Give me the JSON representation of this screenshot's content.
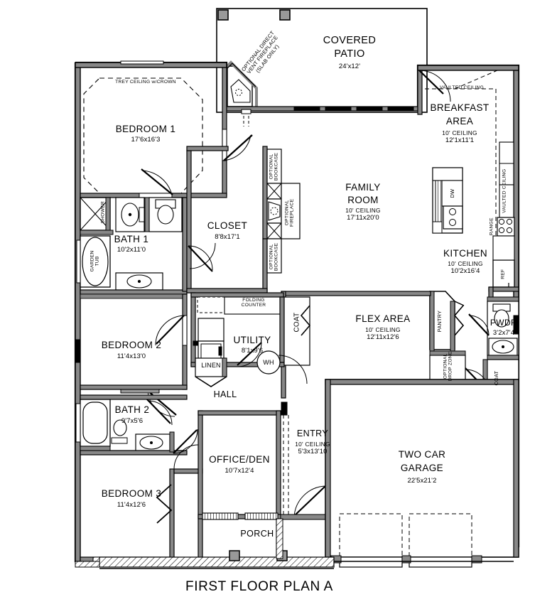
{
  "document": {
    "title": "FIRST FLOOR PLAN A",
    "type": "architectural-floor-plan"
  },
  "rooms": [
    {
      "key": "covered_patio",
      "name": "COVERED\nPATIO",
      "name1": "COVERED",
      "name2": "PATIO",
      "dim": "24'x12'",
      "ceiling": ""
    },
    {
      "key": "bedroom1",
      "name": "BEDROOM 1",
      "dim": "17'6x16'3",
      "ceiling": ""
    },
    {
      "key": "bath1",
      "name": "BATH 1",
      "dim": "10'2x11'0",
      "ceiling": ""
    },
    {
      "key": "closet",
      "name": "CLOSET",
      "dim": "8'8x17'1",
      "ceiling": ""
    },
    {
      "key": "family_room",
      "name1": "FAMILY",
      "name2": "ROOM",
      "dim": "17'11x20'0",
      "ceiling": "10'  CEILING"
    },
    {
      "key": "breakfast_area",
      "name1": "BREAKFAST",
      "name2": "AREA",
      "dim": "12'1x11'1",
      "ceiling": "10'  CEILING"
    },
    {
      "key": "kitchen",
      "name": "KITCHEN",
      "dim": "10'2x16'4",
      "ceiling": "10'  CEILING"
    },
    {
      "key": "flex_area",
      "name": "FLEX AREA",
      "dim": "12'11x12'6",
      "ceiling": "10'  CEILING"
    },
    {
      "key": "powder",
      "name": "PWDR",
      "dim": "3'2x7'4",
      "ceiling": ""
    },
    {
      "key": "bedroom2",
      "name": "BEDROOM 2",
      "dim": "11'4x13'0",
      "ceiling": ""
    },
    {
      "key": "utility",
      "name": "UTILITY",
      "dim": "8'1x9'6",
      "ceiling": ""
    },
    {
      "key": "bath2",
      "name": "BATH 2",
      "dim": "9'7x5'6",
      "ceiling": ""
    },
    {
      "key": "bedroom3",
      "name": "BEDROOM 3",
      "dim": "11'4x12'6",
      "ceiling": ""
    },
    {
      "key": "office_den",
      "name": "OFFICE/DEN",
      "dim": "10'7x12'4",
      "ceiling": ""
    },
    {
      "key": "entry",
      "name": "ENTRY",
      "dim": "5'3x13'10",
      "ceiling": "10'  CEILING"
    },
    {
      "key": "garage",
      "name1": "TWO CAR",
      "name2": "GARAGE",
      "dim": "22'5x21'2",
      "ceiling": ""
    },
    {
      "key": "hall",
      "name": "HALL",
      "dim": "",
      "ceiling": ""
    },
    {
      "key": "porch",
      "name": "PORCH",
      "dim": "",
      "ceiling": ""
    }
  ],
  "annotations": {
    "optional_fireplace_patio_l1": "OPTIONAL DIRECT",
    "optional_fireplace_patio_l2": "VENT FIREPLACE",
    "optional_fireplace_patio_l3": "(SLAB ONLY)",
    "trey_ceiling": "TREY  CEILING  w/CROWN",
    "vaulted_ceiling_top": "VAULTED  CEILING",
    "vaulted_ceiling_right": "VAULTED  CEILING",
    "optional_bookcase_top": "OPTIONAL\nBOOKCASE",
    "optional_bookcase_bottom": "OPTIONAL\nBOOKCASE",
    "optional_fireplace_family": "OPTIONAL\nFIREPLACE",
    "optional_drop_zone": "OPTIONAL\nDROP ZONE",
    "folding_counter": "FOLDING\nCOUNTER"
  },
  "fixtures": {
    "shower": "SHOWER",
    "garden_tub": "GARDEN\nTUB",
    "dishwasher": "DW",
    "range": "RANGE",
    "refrigerator": "REF",
    "pantry": "PANTRY",
    "coat_utility": "COAT",
    "coat_rear": "COAT",
    "linen": "LINEN",
    "water_heater": "WH"
  },
  "colors": {
    "wall": "#000000",
    "wall_fill": "#808080",
    "line": "#1a1a1a",
    "background": "#ffffff"
  }
}
